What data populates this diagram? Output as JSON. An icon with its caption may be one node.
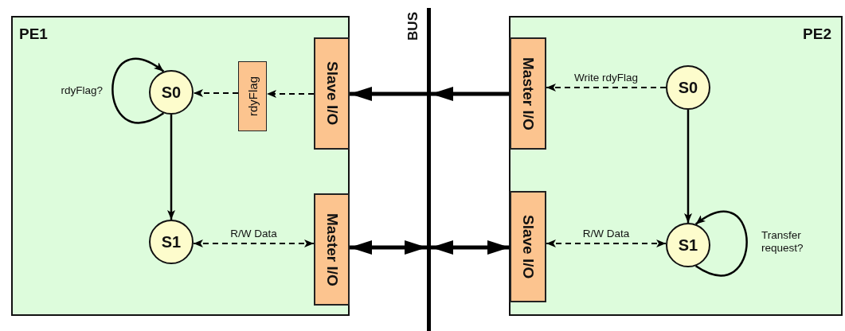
{
  "diagram": {
    "nodes": [
      {
        "text": [
          "PE1"
        ]
      },
      {
        "text": [
          "Slave I/O"
        ],
        "in": 0
      },
      {
        "text": [
          "rdyFlag"
        ],
        "in": 0
      },
      {
        "text": [
          "S0"
        ],
        "in": 0
      },
      {
        "text": [
          "S1"
        ],
        "in": 0
      },
      {
        "text": [
          "Master I/O"
        ],
        "in": 0
      },
      {
        "text": [],
        "shape": "bar",
        "beside": [
          "BUS"
        ]
      },
      {
        "text": [
          "PE2"
        ]
      },
      {
        "text": [
          "Master I/O"
        ],
        "in": 7
      },
      {
        "text": [
          "S0"
        ],
        "in": 7
      },
      {
        "text": [
          "Slave I/O"
        ],
        "in": 7
      },
      {
        "text": [
          "S1"
        ],
        "in": 7
      }
    ],
    "edges": [
      {
        "from": 3,
        "to": 3,
        "arrow": "to",
        "label": "rdyFlag?"
      },
      {
        "from": 3,
        "to": 4,
        "arrow": "to"
      },
      {
        "from": 2,
        "to": 3,
        "arrow": "to",
        "style": "dashed"
      },
      {
        "from": 1,
        "to": 2,
        "arrow": "to",
        "style": "dashed"
      },
      {
        "from": 6,
        "to": 1,
        "arrow": "to",
        "style": "thick"
      },
      {
        "from": 4,
        "to": 5,
        "arrow": "both",
        "style": "dashed",
        "label": "R/W Data"
      },
      {
        "from": 5,
        "to": 6,
        "arrow": "both",
        "style": "thick"
      },
      {
        "from": 8,
        "to": 6,
        "arrow": "to",
        "style": "thick"
      },
      {
        "from": 9,
        "to": 8,
        "arrow": "to",
        "style": "dashed",
        "label": "Write rdyFlag"
      },
      {
        "from": 6,
        "to": 10,
        "arrow": "both",
        "style": "thick"
      },
      {
        "from": 9,
        "to": 11,
        "arrow": "to"
      },
      {
        "from": 10,
        "to": 11,
        "arrow": "both",
        "style": "dashed",
        "label": "R/W Data"
      },
      {
        "from": 11,
        "to": 11,
        "arrow": "to",
        "label": "Transfer request?"
      }
    ]
  }
}
